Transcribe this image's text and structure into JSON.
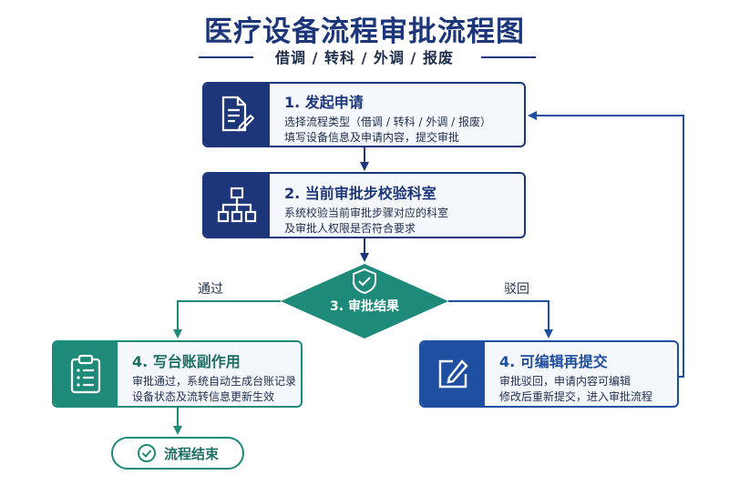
{
  "title": "医疗设备流程审批流程图",
  "subtitle": "借调 / 转科 / 外调 / 报废",
  "colors": {
    "navy": "#1d3679",
    "teal": "#1e8a7a",
    "blue": "#1f4fa0"
  },
  "steps": [
    {
      "title": "1. 发起申请",
      "desc_line1": "选择流程类型（借调 / 转科 / 外调 / 报废）",
      "desc_line2": "填写设备信息及申请内容，提交审批",
      "icon": "document-edit-icon"
    },
    {
      "title": "2. 当前审批步校验科室",
      "desc_line1": "系统校验当前审批步骤对应的科室",
      "desc_line2": "及审批人权限是否符合要求",
      "icon": "org-chart-icon"
    },
    {
      "title": "3. 审批结果",
      "icon": "shield-check-icon"
    },
    {
      "title": "4. 写台账副作用",
      "desc_line1": "审批通过，系统自动生成台账记录",
      "desc_line2": "设备状态及流转信息更新生效",
      "icon": "clipboard-list-icon"
    },
    {
      "title": "4. 可编辑再提交",
      "desc_line1": "审批驳回，申请内容可编辑",
      "desc_line2": "修改后重新提交，进入审批流程",
      "icon": "edit-square-icon"
    }
  ],
  "branches": {
    "approve_label": "通过",
    "reject_label": "驳回"
  },
  "end": {
    "label": "流程结束",
    "icon": "check-circle-icon"
  }
}
